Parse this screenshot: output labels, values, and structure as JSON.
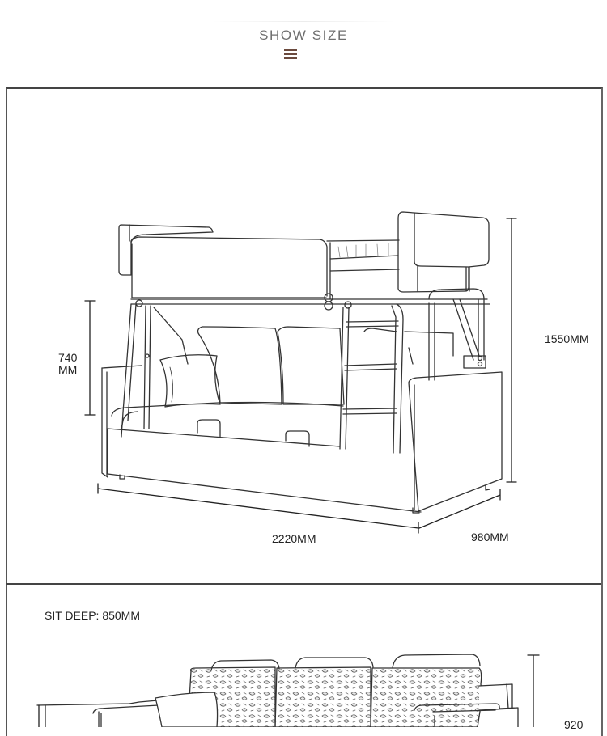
{
  "header": {
    "title": "SHOW SIZE",
    "icon": "menu-lines-icon",
    "icon_color": "#6b4a3e"
  },
  "diagram_top": {
    "subject": "sofa bunk bed line drawing",
    "dimensions": {
      "seat_height": {
        "value": "740",
        "unit": "MM"
      },
      "total_height": {
        "value": "1550",
        "unit": "MM"
      },
      "width": {
        "value": "2220",
        "unit": "MM"
      },
      "depth": {
        "value": "980",
        "unit": "MM"
      }
    }
  },
  "diagram_bottom": {
    "subject": "sofa mode drawing with patterned cushions",
    "sit_deep_label": "SIT DEEP:",
    "sit_deep_value": "850MM",
    "partial_dimension": "920"
  },
  "colors": {
    "line": "#333333",
    "frame": "#555555",
    "title": "#6f6f6f"
  }
}
